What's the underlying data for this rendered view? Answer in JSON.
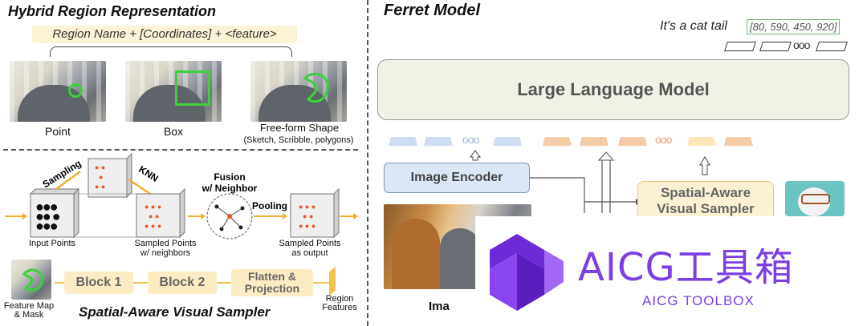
{
  "left": {
    "title": "Hybrid Region Representation",
    "formula": "Region Name + [Coordinates] + <feature>",
    "examples": [
      {
        "label": "Point"
      },
      {
        "label": "Box"
      },
      {
        "label": "Free-form Shape",
        "sublabel": "(Sketch, Scribble, polygons)"
      }
    ],
    "sampler_steps": {
      "sampling": "Sampling",
      "knn": "KNN",
      "fusion": "Fusion\nw/ Neighbor",
      "pooling": "Pooling",
      "input_points": "Input Points",
      "sampled_neighbors": "Sampled Points\nw/ neighbors",
      "sampled_output": "Sampled Points\nas output"
    },
    "pipeline": {
      "feature_map": "Feature Map\n& Mask",
      "block1": "Block 1",
      "block2": "Block 2",
      "flatten": "Flatten &\nProjection",
      "region_features": "Region\nFeatures"
    },
    "bottom_title": "Spatial-Aware Visual Sampler"
  },
  "right": {
    "title": "Ferret Model",
    "output_text": "It's a cat tail",
    "output_coords": "[80, 590, 450, 920]",
    "llm": "Large Language Model",
    "image_encoder": "Image Encoder",
    "sampler": "Spatial-Aware\nVisual Sampler",
    "image_label_partial": "Ima",
    "dots": "ooo"
  },
  "watermark": {
    "text": "AICG工具箱",
    "subtext": "AICG TOOLBOX",
    "color": "#7b3fe4"
  }
}
